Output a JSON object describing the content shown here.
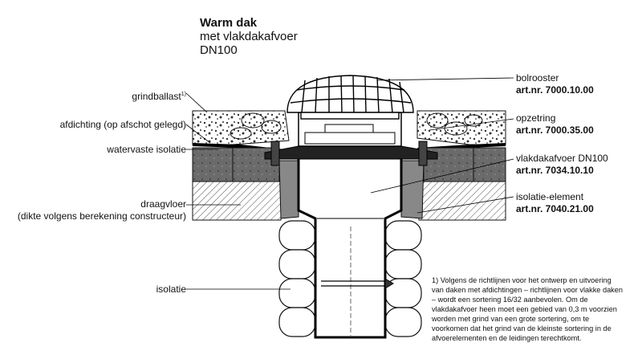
{
  "title": {
    "line1": "Warm dak",
    "line2": "met vlakdakafvoer",
    "line3": "DN100"
  },
  "left_labels": {
    "grindballast": "grindballast",
    "grindballast_sup": "1)",
    "afdichting": "afdichting (op afschot gelegd)",
    "watervaste_isolatie": "watervaste isolatie",
    "draagvloer_line1": "draagvloer",
    "draagvloer_line2": "(dikte volgens berekening constructeur)",
    "isolatie": "isolatie"
  },
  "right_labels": [
    {
      "name": "bolrooster",
      "art": "art.nr. 7000.10.00"
    },
    {
      "name": "opzetring",
      "art": "art.nr. 7000.35.00"
    },
    {
      "name": "vlakdakafvoer DN100",
      "art": "art.nr. 7034.10.10"
    },
    {
      "name": "isolatie-element",
      "art": "art.nr. 7040.21.00"
    }
  ],
  "footnote": "1) Volgens de richtlijnen voor het ontwerp en uitvoering van daken met afdichtingen – richtlijnen voor vlakke daken – wordt een sortering 16/32 aanbevolen. Om de vlakdakafvoer heen moet een gebied van 0,3 m voorzien worden met grind van een grote sortering, om te voorkomen dat het grind van de kleinste sortering in de afvoerelementen en de leidingen terechtkomt."
}
